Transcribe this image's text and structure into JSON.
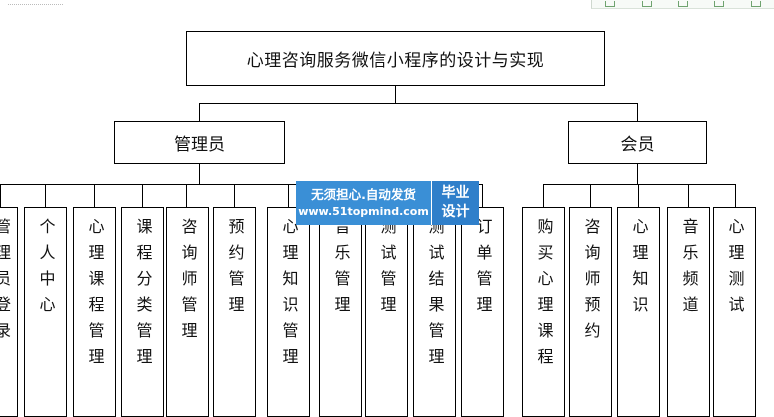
{
  "diagram": {
    "title": "心理咨询服务微信小程序的设计与实现",
    "roles": {
      "admin": "管理员",
      "member": "会员"
    },
    "admin_modules": [
      "管理员登录",
      "个人中心",
      "心理课程管理",
      "课程分类管理",
      "咨询师管理",
      "预约管理",
      "心理知识管理",
      "音乐管理",
      "测试管理",
      "测试结果管理",
      "订单管理"
    ],
    "member_modules": [
      "购买心理课程",
      "咨询师预约",
      "心理知识",
      "音乐频道",
      "心理测试"
    ]
  },
  "watermark": {
    "line1": "无须担心.自动发货",
    "line2": "www.51topmind.com",
    "badge_line1": "毕业",
    "badge_line2": "设计"
  }
}
